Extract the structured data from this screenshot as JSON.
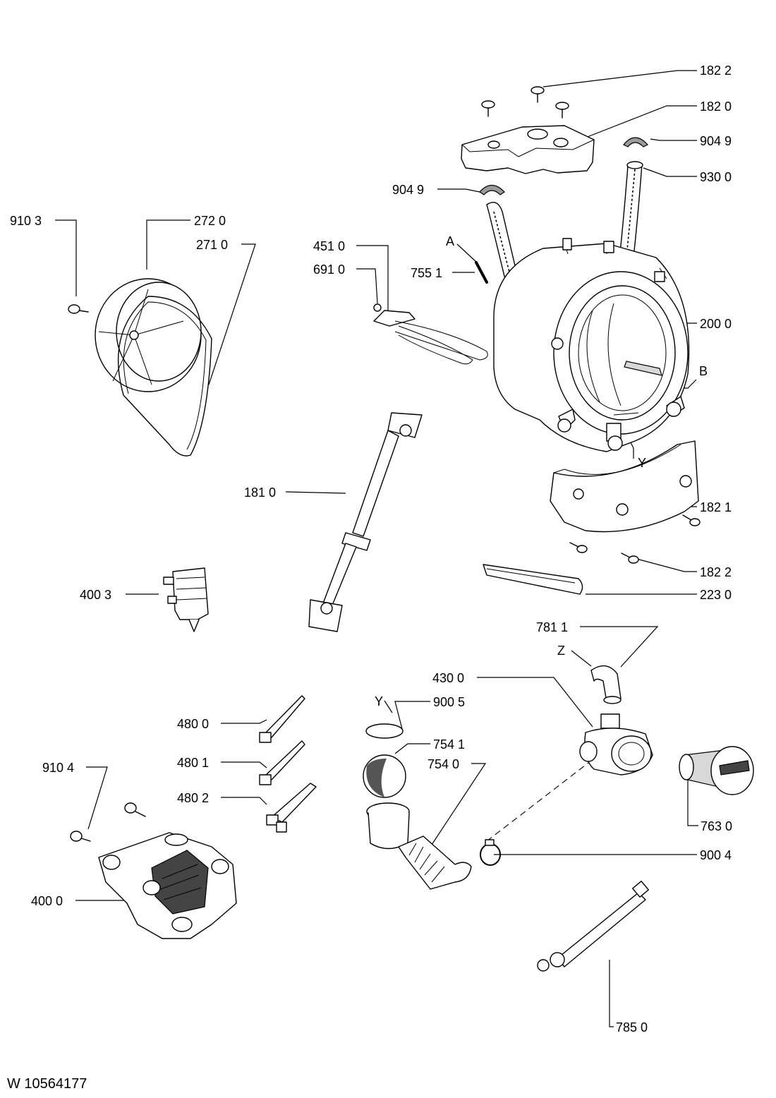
{
  "document_id": "W 10564177",
  "callouts": [
    {
      "id": "c-182-2-top",
      "text": "182 2"
    },
    {
      "id": "c-182-0",
      "text": "182 0"
    },
    {
      "id": "c-904-9-right",
      "text": "904 9"
    },
    {
      "id": "c-930-0",
      "text": "930 0"
    },
    {
      "id": "c-904-9-left",
      "text": "904 9"
    },
    {
      "id": "c-910-3",
      "text": "910 3"
    },
    {
      "id": "c-272-0",
      "text": "272 0"
    },
    {
      "id": "c-271-0",
      "text": "271 0"
    },
    {
      "id": "c-451-0",
      "text": "451 0"
    },
    {
      "id": "c-691-0",
      "text": "691 0"
    },
    {
      "id": "c-755-1",
      "text": "755 1"
    },
    {
      "id": "c-a",
      "text": "A"
    },
    {
      "id": "c-200-0",
      "text": "200 0"
    },
    {
      "id": "c-b",
      "text": "B"
    },
    {
      "id": "c-y-top",
      "text": "Y"
    },
    {
      "id": "c-181-0",
      "text": "181 0"
    },
    {
      "id": "c-182-1",
      "text": "182 1"
    },
    {
      "id": "c-182-2-bottom",
      "text": "182 2"
    },
    {
      "id": "c-223-0",
      "text": "223 0"
    },
    {
      "id": "c-400-3",
      "text": "400 3"
    },
    {
      "id": "c-781-1",
      "text": "781 1"
    },
    {
      "id": "c-z",
      "text": "Z"
    },
    {
      "id": "c-430-0",
      "text": "430 0"
    },
    {
      "id": "c-y-bottom",
      "text": "Y"
    },
    {
      "id": "c-900-5",
      "text": "900 5"
    },
    {
      "id": "c-480-0",
      "text": "480 0"
    },
    {
      "id": "c-754-1",
      "text": "754 1"
    },
    {
      "id": "c-480-1",
      "text": "480 1"
    },
    {
      "id": "c-754-0",
      "text": "754 0"
    },
    {
      "id": "c-910-4",
      "text": "910 4"
    },
    {
      "id": "c-480-2",
      "text": "480 2"
    },
    {
      "id": "c-763-0",
      "text": "763 0"
    },
    {
      "id": "c-900-4",
      "text": "900 4"
    },
    {
      "id": "c-400-0",
      "text": "400 0"
    },
    {
      "id": "c-785-0",
      "text": "785 0"
    }
  ]
}
